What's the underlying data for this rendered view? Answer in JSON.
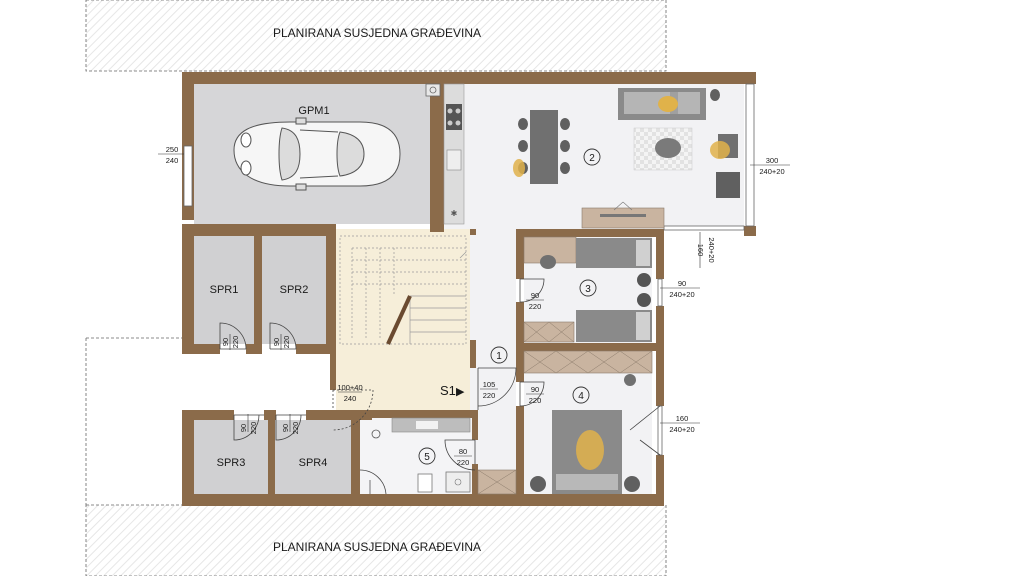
{
  "neighbors": {
    "top_label": "PLANIRANA SUSJEDNA GRAĐEVINA",
    "bottom_label": "PLANIRANA SUSJEDNA GRAĐEVINA"
  },
  "rooms": {
    "garage": "GPM1",
    "storage1": "SPR1",
    "storage2": "SPR2",
    "storage3": "SPR3",
    "storage4": "SPR4",
    "hall": "1",
    "living": "2",
    "bedroom3": "3",
    "bedroom4": "4",
    "bath": "5"
  },
  "entrance": {
    "label": "S1",
    "marker": "▶"
  },
  "dimensions": {
    "garage_window_top": "250",
    "garage_window_bottom": "240",
    "living_window_top": "300",
    "living_window_bottom": "240+20",
    "living_bottom_window_top": "160",
    "living_bottom_window_bottom": "240+20",
    "bed3_window_top": "90",
    "bed3_window_bottom": "240+20",
    "bed4_window_top": "160",
    "bed4_window_bottom": "240+20",
    "door_bed3_top": "90",
    "door_bed3_bottom": "220",
    "door_bed4_top": "90",
    "door_bed4_bottom": "220",
    "door_spr1_top": "90",
    "door_spr1_bottom": "220",
    "door_spr2_top": "90",
    "door_spr2_bottom": "220",
    "door_spr3_top": "90",
    "door_spr3_bottom": "220",
    "door_spr4_top": "90",
    "door_spr4_bottom": "220",
    "door_stair_top": "100+40",
    "door_stair_bottom": "240",
    "door_entry_top": "105",
    "door_entry_bottom": "220",
    "door_bath_top": "80",
    "door_bath_bottom": "220"
  },
  "colors": {
    "wall": "#8b6b4a",
    "wall_dark": "#5e4632",
    "garage_floor": "#d6d6d8",
    "storage_floor": "#d0d0d2",
    "stair_floor": "#f6eed9",
    "floor": "#f2f2f4",
    "wood": "#d8c6b4",
    "dark_furniture": "#606060"
  }
}
